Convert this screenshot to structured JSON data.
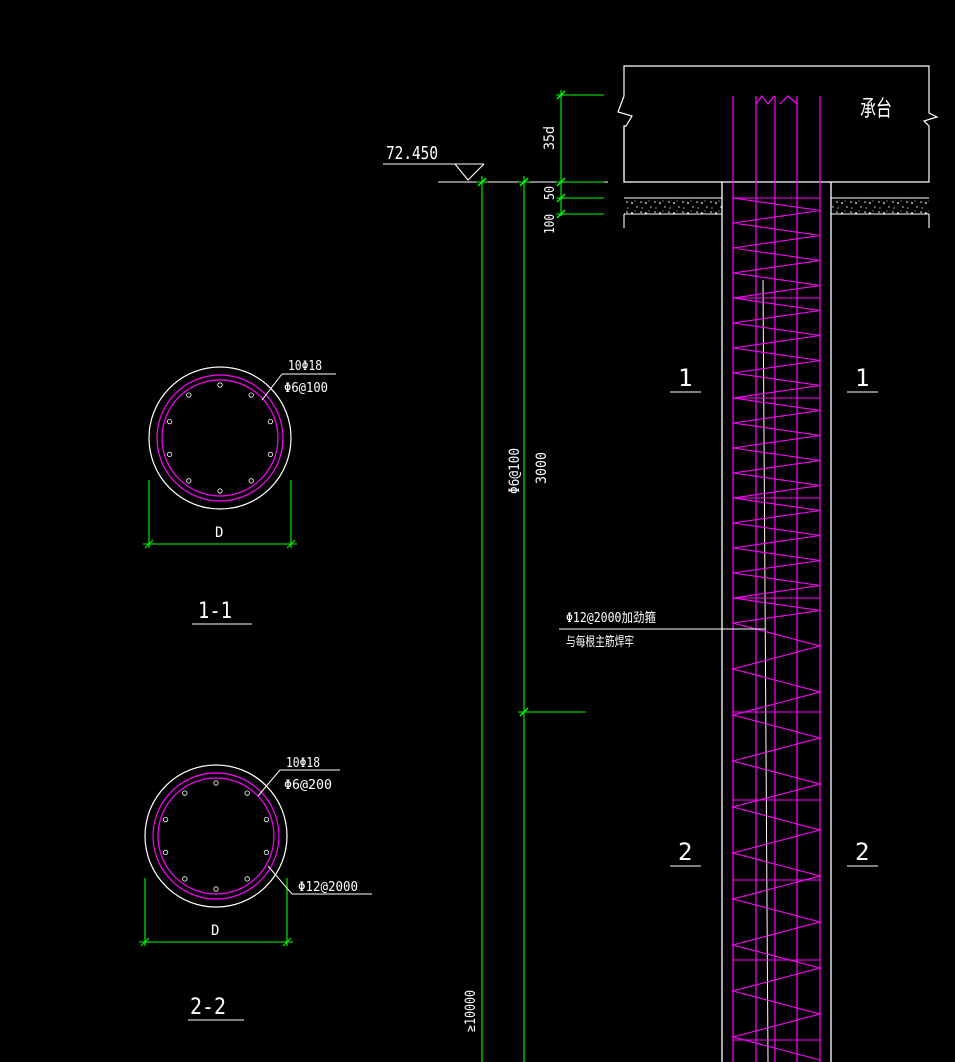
{
  "colors": {
    "background": "#000000",
    "structure": "#ffffff",
    "rebar": "#ff00ff",
    "dimension": "#00ff00"
  },
  "labels": {
    "pile_cap": "承台",
    "elevation": "72.450",
    "dim_35d": "35d",
    "dim_50": "50",
    "dim_100": "100",
    "dim_3000": "3000",
    "dim_min_length": "≥10000",
    "stirrup_dense": "Φ6@100",
    "stiffener_line1": "Φ12@2000加劲箍",
    "stiffener_line2": "与每根主筋焊牢",
    "cut_1": "1",
    "cut_2": "2"
  },
  "section_1_1": {
    "title": "1-1",
    "main_bars": "10Φ18",
    "stirrups": "Φ6@100",
    "diameter": "D"
  },
  "section_2_2": {
    "title": "2-2",
    "main_bars": "10Φ18",
    "stirrups": "Φ6@200",
    "stiffener": "Φ12@2000",
    "diameter": "D"
  }
}
